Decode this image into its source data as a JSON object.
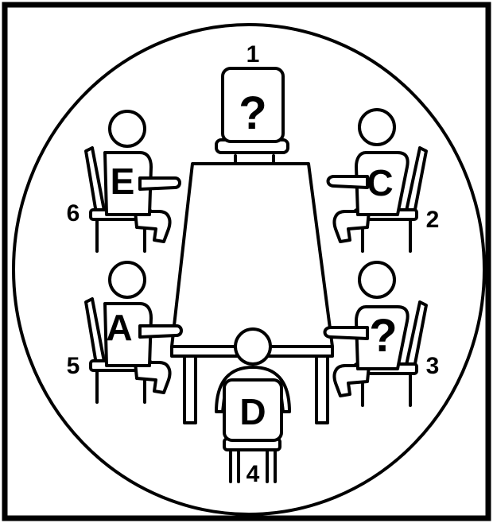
{
  "colors": {
    "ink": "#000000",
    "background": "#ffffff"
  },
  "seats": [
    {
      "number": "1",
      "occupant": "?",
      "occupied": false
    },
    {
      "number": "2",
      "occupant": "C",
      "occupied": true
    },
    {
      "number": "3",
      "occupant": "?",
      "occupied": true
    },
    {
      "number": "4",
      "occupant": "D",
      "occupied": true
    },
    {
      "number": "5",
      "occupant": "A",
      "occupied": true
    },
    {
      "number": "6",
      "occupant": "E",
      "occupied": true
    }
  ]
}
